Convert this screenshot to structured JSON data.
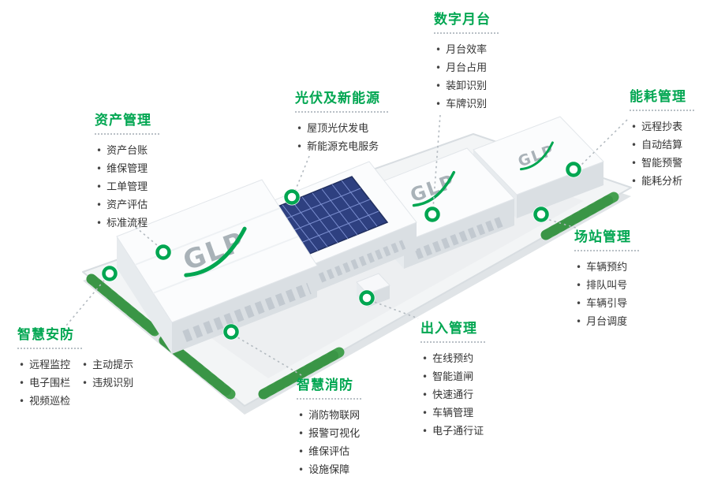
{
  "logo": "GLP",
  "colors": {
    "accent_green": "#00a651",
    "item_text": "#333333",
    "connector_gray": "#b3bac0",
    "solar_blue": "#2e4080",
    "hedge_green": "#44a04f"
  },
  "features": [
    {
      "id": "digital-dock",
      "title": "数字月台",
      "items": [
        "月台效率",
        "月台占用",
        "装卸识别",
        "车牌识别"
      ]
    },
    {
      "id": "energy",
      "title": "能耗管理",
      "items": [
        "远程抄表",
        "自动结算",
        "智能预警",
        "能耗分析"
      ]
    },
    {
      "id": "photovoltaic",
      "title": "光伏及新能源",
      "items": [
        "屋顶光伏发电",
        "新能源充电服务"
      ]
    },
    {
      "id": "asset",
      "title": "资产管理",
      "items": [
        "资产台账",
        "维保管理",
        "工单管理",
        "资产评估",
        "标准流程"
      ]
    },
    {
      "id": "yard",
      "title": "场站管理",
      "items": [
        "车辆预约",
        "排队叫号",
        "车辆引导",
        "月台调度"
      ]
    },
    {
      "id": "security",
      "title": "智慧安防",
      "items": [
        "远程监控",
        "主动提示",
        "电子围栏",
        "违规识别",
        "视频巡检"
      ]
    },
    {
      "id": "fire",
      "title": "智慧消防",
      "items": [
        "消防物联网",
        "报警可视化",
        "维保评估",
        "设施保障"
      ]
    },
    {
      "id": "access",
      "title": "出入管理",
      "items": [
        "在线预约",
        "智能道闸",
        "快速通行",
        "车辆管理",
        "电子通行证"
      ]
    }
  ]
}
